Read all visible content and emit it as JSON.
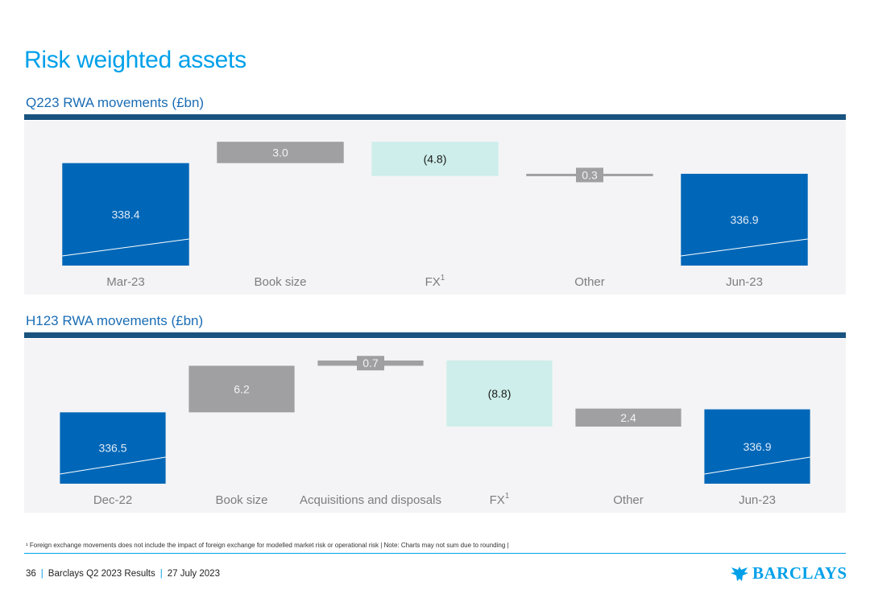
{
  "page": {
    "title": "Risk weighted assets",
    "footnote": "¹ Foreign exchange movements does not include the impact of foreign exchange for modelled market risk or operational risk | Note: Charts may not sum due to rounding |",
    "footer": {
      "page_number": "36",
      "report": "Barclays Q2 2023 Results",
      "date": "27 July 2023"
    },
    "logo_text": "BARCLAYS"
  },
  "colors": {
    "total": "#0067b8",
    "increase": "#a0a0a3",
    "decrease": "#cdeeea",
    "panel": "#f4f4f6",
    "rule": "#19537f",
    "title": "#00a0e9"
  },
  "chart_data": [
    {
      "type": "waterfall",
      "title": "Q223 RWA movements (£bn)",
      "categories": [
        "Mar-23",
        "Book size",
        "FX",
        "Other",
        "Jun-23"
      ],
      "category_superscripts": [
        "",
        "",
        "1",
        "",
        ""
      ],
      "values": [
        338.4,
        3.0,
        -4.8,
        0.3,
        336.9
      ],
      "kinds": [
        "total",
        "change",
        "change",
        "change",
        "total"
      ],
      "labels": [
        "338.4",
        "3.0",
        "(4.8)",
        "0.3",
        "336.9"
      ],
      "ylim": [
        324,
        343
      ]
    },
    {
      "type": "waterfall",
      "title": "H123 RWA movements (£bn)",
      "categories": [
        "Dec-22",
        "Book size",
        "Acquisitions and disposals",
        "FX",
        "Other",
        "Jun-23"
      ],
      "category_superscripts": [
        "",
        "",
        "",
        "1",
        "",
        ""
      ],
      "values": [
        336.5,
        6.2,
        0.7,
        -8.8,
        2.4,
        336.9
      ],
      "kinds": [
        "total",
        "change",
        "change",
        "change",
        "change",
        "total"
      ],
      "labels": [
        "336.5",
        "6.2",
        "0.7",
        "(8.8)",
        "2.4",
        "336.9"
      ],
      "ylim": [
        327,
        345
      ]
    }
  ]
}
